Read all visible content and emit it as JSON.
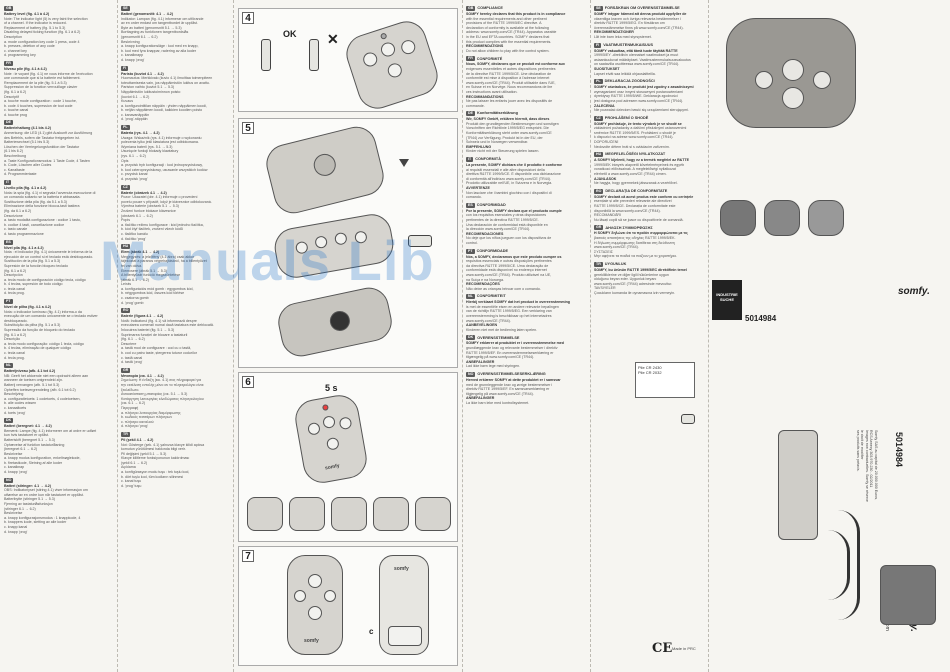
{
  "col1": {
    "sections": [
      {
        "lang": "GB",
        "lines": [
          "Battery level (fig. 4.1 à 4.2)",
          "Note: The indicator light (5) is very faint the selection",
          "of a channel. If the indicator is reduced.",
          "Replacement of battery (fig. 5.1 to 5.3)",
          "Disabling delayed ticking function (fig. 6.1 à 6.2)",
          "Description",
          "a. mode configuration key code 1 press, code 4",
          "b. presses, deletion of any code",
          "c. channel key",
          "d. programming key"
        ]
      },
      {
        "lang": "FR",
        "lines": [
          "Niveau pile (fig. 4.1 à 4.2)",
          "Note : le voyant (fig. 4.1) ne vous informe de l'exécution",
          "une commande que si la batterie est faiblement.",
          "Remplacement de la pile (fig. 5.1 à 5.3)",
          "Suppression de la fonction verrouillage clavier",
          "(fig. 6.1 à 6.2)",
          "Descriptif",
          "a. touche mode configuration : code 1 touche,",
          "b. code 4 touches, supression de tout code",
          "c. touche canal",
          "d. touche prog"
        ]
      },
      {
        "lang": "DE",
        "lines": [
          "Batteriehaltung (4.1 bis 4.2)",
          "Anmerkung: die LED (4.1) gibt Auskunft zur Ausführung",
          "des Befehls, sofern die Tastatur freigegeben ist.",
          "Batteriewechsel (5.1 bis 5.3)",
          "Löschen der Verriegelungsfunktion der Tastatur",
          "(6.1 bis 6.2)",
          "Beschreibung",
          "a. Taste Konfigurationsmodus: 1 Taste Code, 4 Tasten",
          "b. Code, Löschen aller Codes",
          "c. Kanaltaste",
          "d. Programmiertaste"
        ]
      },
      {
        "lang": "IT",
        "lines": [
          "Livello pila (fig. 4.1 a 4.2)",
          "Nota: la spia (fig. 4.1) vi segnala l'avvenuta esecuzione di",
          "un comando soltanto se la batteria è abbassata.",
          "Sostituzione della pila (fig. da 5.1 a 5.3)",
          "Eliminazione della funzione blocca-tasti tastiera",
          "(fig. da 6.1 a 6.2)",
          "Descrizione",
          "a. tasto modalità configurazione : codice 1 tasto,",
          "b. codice 4 tasti, cancellazione codice",
          "c. tasto canale",
          "d. tasto programmazione"
        ]
      },
      {
        "lang": "ES",
        "lines": [
          "Nivel pila (fig. 4.1 a 4.2)",
          "Nota : el indicador (fig. 4.1) únicamente le informa de la",
          "ejecución de un control si el teclado está desbloqueado.",
          "Sustitución de la pila (fig. 5.1 a 5.3)",
          "Supresión de la función bloqueo teclado",
          "(fig. 6.1 a 6.2)",
          "Descripción",
          "a. tecla modo de configuración código tecla, código",
          "b. 4 teclas, supresión de todo código",
          "c. tecla canal",
          "d. tecla prog."
        ]
      },
      {
        "lang": "PT",
        "lines": [
          "Nível de pilha (fig. 4.1 a 4.2)",
          "Nota: o indicador luminoso (fig. 4.1) informa-o da",
          "execução de um comando unicamente se o teclado estiver",
          "desbloqueado.",
          "Substituição da pilha (fig. 5.1 a 5.3)",
          "Supressão da função de bloqueio do teclado",
          "(fig. 6.1 a 6.2)",
          "Descrição",
          "a. tecla modo configuração: código 1 tecla, código",
          "b. 4 teclas, eliminação de qualquer código",
          "c. tecla canal",
          "d. tecla prog."
        ]
      },
      {
        "lang": "NL",
        "lines": [
          "Batterijniveau (afb. 4.1 tot 4.2)",
          "NB: Geeft het afdoende niet een opdracht alleen aan",
          "wanneer de toetsen ontgrendeld zijn.",
          "Batterij vervangen (afb. 5.1 tot 5.3)",
          "Opheffen toetsvergrendeling (afb. 6.1 tot 6.2)",
          "Beschrijving",
          "a. configuratietoets: 1 codetoets, 4 codetoetsen,",
          "b. alle codes wissen",
          "c. kanaaltoets",
          "d. toets 'prog'"
        ]
      },
      {
        "lang": "DK",
        "lines": [
          "Batteri (beregnet: 4.1 → 4.2)",
          "Bemærk: Lampe (fig. 4.1) informerer om at ordre er udført",
          "kun hvis tastaturet er oplåst.",
          "Batteriskift (beregnet 5.1 → 5.3)",
          "Ophævelse af funktion tastaturlåsning",
          "(beregnet 6.1 → 6.2)",
          "Beskrivelse",
          "a. knapp modus konfiguration, enkeltnøglekode,",
          "b. firetastkode, Sletning af alle koder",
          "c. kanalknap",
          "d. knapp 'prog'"
        ]
      },
      {
        "lang": "NO",
        "lines": [
          "Batteri (stiringer: 4.1 → 4.2)",
          "OBS: Indikatorlyset (stiring 4.1) viser informasjon om",
          "utførelse av en ordre kun når tastaturet er opplåst.",
          "Batteribytte (stiringer 5.1 → 5.3)",
          "Fjerning av tastaturlåsfunksjon",
          "(stiringer 6.1 → 6.2)",
          "Beskrivelse",
          "a. knapp konfigurasjonsmodus : 1 knappkode, 4",
          "b. knappers kode, sletting av alle koder",
          "c. knapp kanal",
          "d. knapp 'prog'"
        ]
      }
    ]
  },
  "col2": {
    "sections": [
      {
        "lang": "SE",
        "lines": [
          "Batteri (genomsnitt: 4.1 → 4.2)",
          "Indikator: Lampan (fig. 4.1) informerar om utförande",
          "av en order endast om tangentbordet är upplåst.",
          "Byte av batteri (genomsnitt 5.1 → 5.3)",
          "Borttagning av funktionen tangentbordslås",
          "(genomsnitt 6.1 → 6.2)",
          "Beskrivning",
          "a. knapp konfigurationsläge : kod med en knapp,",
          "b. kod med fyra knappar, radering av alla koder",
          "c. kanalknapp",
          "d. knapp 'prog'"
        ]
      },
      {
        "lang": "FI",
        "lines": [
          "Paristo (kuviot 4.1 → 4.2)",
          "Huomautus: Merkkivalo (kuvio 4.1) ilmoittaa toimenpiteen",
          "toteuttamisesta vain, jos näppäimistön lukitus on avattu.",
          "Pariston vaihto (kuviot 5.1 → 5.3)",
          "Näppäimistön lukitustoiminnon poisto",
          "(kuviot 6.1 → 6.2)",
          "Kuvaus",
          "a. konfigurointitilan näppäin : yhden näppäimen koodi,",
          "b. neljän näppäimen koodi, kaikkien koodien poisto",
          "c. kanavanäppäin",
          "d. 'prog'-näppäin"
        ]
      },
      {
        "lang": "PL",
        "lines": [
          "Bateria (rys. 4.1 → 4.2)",
          "Uwaga: Wskaźnik (rys. 4.1) informuje o wykonaniu",
          "polecenia tylko jeśli klawiatura jest odblokowana.",
          "Wymiana baterii (rys. 5.1 → 5.3)",
          "Usunięcie funkcji blokady klawiatury",
          "(rys. 6.1 → 6.2)",
          "Opis",
          "a. przycisk tryb konfiguracji : kod jednoprzyciskowy,",
          "b. kod czteroprzyciskowy, usuwanie wszystkich kodów",
          "c. przycisk kanał",
          "d. przycisk 'prog'"
        ]
      },
      {
        "lang": "CZ",
        "lines": [
          "Baterie (obrázek 4.1 → 4.2)",
          "Pozor: Ukazatel (obr. 4.1) informuje o provedení",
          "povelu pouze v případě, když je klávesnice odblokovaná.",
          "Výměna baterie (obrázek 5.1 → 5.3)",
          "Zrušení funkce blokace klávesnice",
          "(obrázek 6.1 → 6.2)",
          "Popis",
          "a. tlačítko režimu konfigurace : kód jednoho tlačítka,",
          "b. kód čtyř tlačítek, zrušení všech kódů",
          "c. tlačítko kanálu",
          "d. tlačítko 'prog'"
        ]
      },
      {
        "lang": "HU",
        "lines": [
          "Elem (ábrák 4.1 → 4.2)",
          "Megjegyzés: a jelzőfény (4.1 ábra) csak akkor",
          "tájékoztat a parancs végrehajtásáról, ha a billentyűzet",
          "fel van oldva.",
          "Elemcsere (ábrák 5.1 → 5.3)",
          "A billentyűzár funkció megszüntetése",
          "(ábrák 6.1 → 6.2)",
          "Leírás",
          "a. konfigurációs mód gomb : egygombos kód,",
          "b. négygombos kód, összes kód törlése",
          "c. csatorna gomb",
          "d. 'prog' gomb"
        ]
      },
      {
        "lang": "RO",
        "lines": [
          "Baterie (figura 4.1 → 4.2)",
          "Notă: Indicatorul (fig. 4.1) vă informează despre",
          "executarea comenzii numai dacă tastatura este deblocată.",
          "Înlocuirea bateriei (fig. 5.1 → 5.3)",
          "Suprimarea funcției de blocare a tastaturii",
          "(fig. 6.1 → 6.2)",
          "Descriere",
          "a. tastă mod de configurare : cod cu o tastă,",
          "b. cod cu patru taste, ștergerea tuturor codurilor",
          "c. tastă canal",
          "d. tastă 'prog'"
        ]
      },
      {
        "lang": "GR",
        "lines": [
          "Μπαταρία (εικ. 4.1 → 4.2)",
          "Σημείωση: Η ένδειξη (εικ. 4.1) σας πληροφορεί για",
          "την εκτέλεση εντολής μόνο αν το πληκτρολόγιο είναι",
          "ξεκλείδωτο.",
          "Αντικατάσταση μπαταρίας (εικ. 5.1 → 5.3)",
          "Κατάργηση λειτουργίας κλειδώματος πληκτρολογίου",
          "(εικ. 6.1 → 6.2)",
          "Περιγραφή",
          "a. πλήκτρο λειτουργίας διαμόρφωσης",
          "b. κωδικός τεσσάρων πλήκτρων",
          "c. πλήκτρο καναλιού",
          "d. πλήκτρο 'prog'"
        ]
      },
      {
        "lang": "TR",
        "lines": [
          "Pil (şekil 4.1 → 4.2)",
          "Not: Gösterge (şek. 4.1) yalnızca klavye kilidi açıksa",
          "komutun yürütülmesi hakkında bilgi verir.",
          "Pil değişimi (şekil 5.1 → 5.3)",
          "Klavye kilitleme fonksiyonunun kaldırılması",
          "(şekil 6.1 → 6.2)",
          "Açıklama",
          "a. konfigürasyon modu tuşu : tek tuşlu kod,",
          "b. dört tuşlu kod, tüm kodların silinmesi",
          "c. kanal tuşu",
          "d. 'prog' tuşu"
        ]
      }
    ]
  },
  "col4": {
    "sections": [
      {
        "lang": "GB",
        "title": "COMPLIANCE",
        "lines": [
          "SOMFY hereby declares that this product is in compliance",
          "with the essential requirements and other pertinent",
          "provisions of the R&TTE 1999/5/EC directive. A",
          "declaration of conformity is available at the following",
          "address: www.somfy.com/CE (TR44). Apparatus useable",
          "in the EU and EFTA countries. SOMFY declares that",
          "this product complies with the essential requirements.",
          "RECOMMENDATIONS",
          "Do not allow children to play with the control system."
        ]
      },
      {
        "lang": "FR",
        "title": "CONFORMITÉ",
        "lines": [
          "Nous, SOMFY, déclarons que ce produit est conforme aux",
          "exigences essentielles et autres dispositions pertinentes",
          "de la directive R&TTE 1999/5/CE. Une déclaration de",
          "conformité est mise à disposition à l'adresse internet",
          "www.somfy.com/CE (TR44). Produit utilisable dans l'UE,",
          "en Suisse et en Norvège. Nous recommandons de lire",
          "ces instructions avant utilisation.",
          "RECOMMANDATIONS",
          "Ne pas laisser les enfants jouer avec les dispositifs de",
          "commande."
        ]
      },
      {
        "lang": "DE",
        "title": "Konformitätserklärung",
        "lines": [
          "Wir, SOMFY GmbH, erklären hiermit, dass dieses",
          "Produkt den grundlegenden Bestimmungen und sonstigen",
          "Vorschriften der Richtlinie 1999/5/EG entspricht. Die",
          "Konformitätserklärung steht unter www.somfy.com/CE",
          "(TR44) zur Verfügung. Produkt ist in der EU, der",
          "Schweiz und in Norwegen verwendbar.",
          "EMPFEHLUNG",
          "Kinder nicht mit der Steuerung spielen lassen."
        ]
      },
      {
        "lang": "IT",
        "title": "CONFORMITÀ",
        "lines": [
          "La presente, SOMFY dichiara che il prodotto è conforme",
          "ai requisiti essenziali e alle altre disposizioni della",
          "direttiva R&TTE 1999/5/CE. È disponibile una dichiarazione",
          "di conformità all'indirizzo www.somfy.com/CE (TR44).",
          "Prodotto utilizzabile nell'UE, in Svizzera e in Norvegia.",
          "AVVERTENZE",
          "Non lasciare che i bambini giochino con i dispositivi di",
          "comando."
        ]
      },
      {
        "lang": "ES",
        "title": "CONFORMIDAD",
        "lines": [
          "Por la presente, SOMFY declara que el producto cumple",
          "con los requisitos esenciales y otras disposiciones",
          "pertinentes de la directiva R&TTE 1999/5/CE.",
          "Una declaración de conformidad está disponible en",
          "la dirección www.somfy.com/CE (TR44).",
          "RECOMENDACIONES",
          "No deje que los niños jueguen con los dispositivos de",
          "control."
        ]
      },
      {
        "lang": "PT",
        "title": "CONFORMIDADE",
        "lines": [
          "Nós, a SOMFY, declaramos que este produto cumpre os",
          "requisitos essenciais e outras disposições pertinentes",
          "da directiva R&TTE 1999/5/CE. Uma declaração de",
          "conformidade está disponível no endereço internet",
          "www.somfy.com/CE (TR44). Produto utilizável na UE,",
          "na Suíça e na Noruega.",
          "RECOMENDAÇÕES",
          "Não deixe as crianças brincar com o comando."
        ]
      },
      {
        "lang": "NL",
        "title": "CONFORMITEIT",
        "lines": [
          "Hierbij verklaart SOMFY dat het product in overeenstemming",
          "is met de essentiële eisen en andere relevante bepalingen",
          "van de richtlijn R&TTE 1999/5/EG. Een verklaring van",
          "overeenstemming is beschikbaar op het internetadres",
          "www.somfy.com/CE (TR44).",
          "AANBEVELINGEN",
          "Kinderen niet met de bediening laten spelen."
        ]
      },
      {
        "lang": "DK",
        "title": "OVERENSSTEMMELSE",
        "lines": [
          "SOMFY erklærer at produktet er i overensstemmelse med",
          "grundlæggende krav og relevante bestemmelser i direktiv",
          "R&TTE 1999/5/EF. En overensstemmelseserklæring er",
          "tilgængelig på www.somfy.com/CE (TR44).",
          "ANBEFALINGER",
          "Lad ikke børn lege med styringen."
        ]
      },
      {
        "lang": "NO",
        "title": "OVERENSSTEMMELSESERKLÆRING",
        "lines": [
          "Herved erklærer SOMFY at dette produktet er i samsvar",
          "med de grunnleggende krav og øvrige bestemmelser i",
          "direktiv R&TTE 1999/5/EF. En samsvarserklæring er",
          "tilgjengelig på www.somfy.com/CE (TR44).",
          "ANBEFALINGER",
          "La ikke barn leke med kontrollsystemet."
        ]
      }
    ]
  },
  "col5": {
    "sections": [
      {
        "lang": "SE",
        "title": "FÖRSÄKRAN OM ÖVERENSSTÄMMELSE",
        "lines": [
          "SOMFY intygar härmed att denna produkt uppfyller de",
          "väsentliga kraven och övriga relevanta bestämmelser i",
          "direktiv R&TTE 1999/5/EG. En försäkran om",
          "överensstämmelse finns på www.somfy.com/CE (TR44).",
          "REKOMMENDATIONER",
          "Låt inte barn leka med styrsystemet."
        ]
      },
      {
        "lang": "FI",
        "title": "VAATIMUSTENMUKAISUUS",
        "lines": [
          "SOMFY vakuuttaa, että tämä tuote täyttää R&TTE",
          "1999/5/EY -direktiivin olennaiset vaatimukset ja muut",
          "asiaankuuluvat määräykset. Vaatimustenmukaisuusvakuutus",
          "on saatavilla osoitteessa www.somfy.com/CE (TR44).",
          "SUOSITUKSET",
          "Lapset eivät saa leikkiä ohjauslaitteilla."
        ]
      },
      {
        "lang": "PL",
        "title": "DEKLARACJA ZGODNOŚCI",
        "lines": [
          "SOMFY oświadcza, że produkt jest zgodny z zasadniczymi",
          "wymaganiami oraz innymi stosownymi postanowieniami",
          "dyrektywy R&TTE 1999/5/WE. Deklaracja zgodności",
          "jest dostępna pod adresem www.somfy.com/CE (TR44).",
          "ZALECENIA",
          "Nie pozwalać dzieciom bawić się urządzeniami sterującymi."
        ]
      },
      {
        "lang": "CZ",
        "title": "PROHLÁŠENÍ O SHODĚ",
        "lines": [
          "SOMFY prohlašuje, že tento výrobek je ve shodě se",
          "základními požadavky a dalšími příslušnými ustanoveními",
          "směrnice R&TTE 1999/5/ES. Prohlášení o shodě je",
          "k dispozici na adrese www.somfy.com/CE (TR44).",
          "DOPORUČENÍ",
          "Nedovolte dětem hrát si s ovládacím zařízením."
        ]
      },
      {
        "lang": "HU",
        "title": "MEGFELELŐSÉGI NYILATKOZAT",
        "lines": [
          "A SOMFY kijelenti, hogy ez a termék megfelel az R&TTE",
          "1999/5/EK irányelv alapvető követelményeinek és egyéb",
          "vonatkozó előírásainak. A megfelelőségi nyilatkozat",
          "elérhető a www.somfy.com/CE (TR44) címen.",
          "AJÁNLÁSOK",
          "Ne hagyja, hogy gyermekek játsszanak a vezérlővel."
        ]
      },
      {
        "lang": "RO",
        "title": "DECLARAȚIA DE CONFORMITATE",
        "lines": [
          "SOMFY declară că acest produs este conform cu cerințele",
          "esențiale și alte prevederi relevante ale directivei",
          "R&TTE 1999/5/CE. Declarația de conformitate este",
          "disponibilă la www.somfy.com/CE (TR44).",
          "RECOMANDĂRI",
          "Nu lăsați copiii să se joace cu dispozitivele de comandă."
        ]
      },
      {
        "lang": "GR",
        "title": "ΔΗΛΩΣΗ ΣΥΜΜΟΡΦΩΣΗΣ",
        "lines": [
          "Η SOMFY δηλώνει ότι το προϊόν συμμορφώνεται με τις",
          "βασικές απαιτήσεις της οδηγίας R&TTE 1999/5/ΕΚ.",
          "Η δήλωση συμμόρφωσης διατίθεται στη διεύθυνση",
          "www.somfy.com/CE (TR44).",
          "ΣΥΣΤΑΣΕΙΣ",
          "Μην αφήνετε τα παιδιά να παίζουν με το χειριστήριο."
        ]
      },
      {
        "lang": "TR",
        "title": "UYGUNLUK",
        "lines": [
          "SOMFY, bu ürünün R&TTE 1999/5/EC direktifinin temel",
          "gerekliliklerine ve diğer ilgili hükümlerine uygun",
          "olduğunu beyan eder. Uygunluk beyanı",
          "www.somfy.com/CE (TR44) adresinde mevcuttur.",
          "TAVSİYELER",
          "Çocukların kumanda ile oynamasına izin vermeyin."
        ]
      }
    ]
  },
  "figures": {
    "fig4": {
      "num": "4",
      "label_ok": "OK"
    },
    "fig5": {
      "num": "5"
    },
    "fig6": {
      "num": "6",
      "label_time": "5 s"
    },
    "fig7": {
      "num": "7",
      "label_c": "c"
    },
    "remote_logo": "somfy"
  },
  "watermark": "Manuals Lib",
  "cover": {
    "code": "5014984",
    "code_box": "INDUSTRIE SUCHE",
    "logo": "somfy.",
    "url": "www.somfy.com",
    "legal": [
      "Somfy SAS au capital de 20.000.000 Euros, RCS Annecy 303.970.230 - 02/2011",
      "Images non contractuelles. Somfy se réserve le droit de modifier",
      "ses produits sans préavis."
    ],
    "table": [
      "Pile CR 2430",
      "Pile CR 2032"
    ],
    "ce_mark": "CE",
    "made_in": "Made in PRC"
  }
}
